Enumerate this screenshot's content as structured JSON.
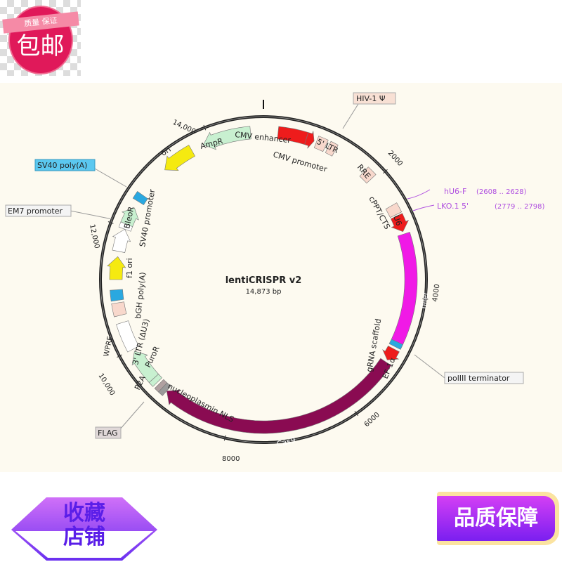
{
  "badges": {
    "free_shipping_ribbon": "质量  保证",
    "free_shipping": "包邮",
    "favorite_store_line1": "收藏",
    "favorite_store_line2": "店铺",
    "quality_guarantee": "品质保障"
  },
  "plasmid": {
    "name": "lentiCRISPR v2",
    "length_label": "14,873 bp",
    "length_bp": 14873,
    "ticks": [
      "2000",
      "4000",
      "6000",
      "8000",
      "10,000",
      "12,000",
      "14,000"
    ],
    "features": [
      {
        "name": "CMV enhancer",
        "start": 235,
        "end": 700,
        "color": "#ee1c1c",
        "direction": "none"
      },
      {
        "name": "CMV promoter",
        "start": 700,
        "end": 830,
        "color": "#ee1c1c",
        "direction": "cw"
      },
      {
        "name": "5' LTR",
        "start": 870,
        "end": 1030,
        "color": "#f8d8cc",
        "direction": "none"
      },
      {
        "name": "HIV-1 Ψ",
        "start": 1075,
        "end": 1200,
        "color": "#f8d8cc",
        "direction": "none"
      },
      {
        "name": "RRE",
        "start": 1775,
        "end": 1940,
        "color": "#f8d8cc",
        "direction": "none"
      },
      {
        "name": "cPPT/CTS",
        "start": 2480,
        "end": 2640,
        "color": "#f8d8cc",
        "direction": "none"
      },
      {
        "name": "U6",
        "start": 2665,
        "end": 2935,
        "color": "#ee1c1c",
        "direction": "cw"
      },
      {
        "name": "filler",
        "start": 2975,
        "end": 4750,
        "color": "#f019e6",
        "direction": "none"
      },
      {
        "name": "gRNA scaffold",
        "start": 4750,
        "end": 4835,
        "color": "#2aa8e0",
        "direction": "none"
      },
      {
        "name": "EF-1α",
        "start": 4875,
        "end": 5080,
        "color": "#ee1c1c",
        "direction": "cw"
      },
      {
        "name": "Cas9",
        "start": 5120,
        "end": 9130,
        "color": "#8a0b52",
        "direction": "cw"
      },
      {
        "name": "nucleoplasmin NLS",
        "start": 9130,
        "end": 9215,
        "color": "#9a9a9a",
        "direction": "none"
      },
      {
        "name": "FLAG",
        "start": 9215,
        "end": 9295,
        "color": "#b0a0a0",
        "direction": "none"
      },
      {
        "name": "P2A",
        "start": 9335,
        "end": 9420,
        "color": "#c8f0d0",
        "direction": "none"
      },
      {
        "name": "PuroR",
        "start": 9420,
        "end": 9955,
        "color": "#c8f0d0",
        "direction": "cw"
      },
      {
        "name": "WPRE",
        "start": 9995,
        "end": 10455,
        "color": "#ffffff",
        "direction": "none"
      },
      {
        "name": "3' LTR (ΔU3)",
        "start": 10575,
        "end": 10780,
        "color": "#f8d8cc",
        "direction": "none"
      },
      {
        "name": "bGH poly(A)",
        "start": 10820,
        "end": 10990,
        "color": "#2aa8e0",
        "direction": "none"
      },
      {
        "name": "f1 ori",
        "start": 11155,
        "end": 11525,
        "color": "#f5ea10",
        "direction": "cw"
      },
      {
        "name": "SV40 promoter",
        "start": 11610,
        "end": 11980,
        "color": "#ffffff",
        "direction": "cw"
      },
      {
        "name": "EM7 promoter",
        "start": 11980,
        "end": 12065,
        "color": "#ffffff",
        "direction": "none"
      },
      {
        "name": "BleoR",
        "start": 12065,
        "end": 12355,
        "color": "#c8f0d0",
        "direction": "cw"
      },
      {
        "name": "SV40 poly(A)",
        "start": 12475,
        "end": 12600,
        "color": "#2aa8e0",
        "direction": "none"
      },
      {
        "name": "ori",
        "start": 13140,
        "end": 13675,
        "color": "#f5ea10",
        "direction": "ccw"
      },
      {
        "name": "AmpR",
        "start": 13880,
        "end": 14665,
        "color": "#c8f0d0",
        "direction": "ccw"
      }
    ],
    "primers": [
      {
        "name": "hU6-F",
        "range": "(2608 .. 2628)",
        "color": "#b050e0"
      },
      {
        "name": "LKO.1 5'",
        "range": "(2779 .. 2798)",
        "color": "#b050e0"
      }
    ],
    "boxed_labels": {
      "hiv": "HIV-1 Ψ",
      "poliii": "polIII terminator",
      "flag": "FLAG",
      "em7": "EM7 promoter",
      "sv40pa": "SV40 poly(A)",
      "wpre": "WPRE"
    }
  }
}
